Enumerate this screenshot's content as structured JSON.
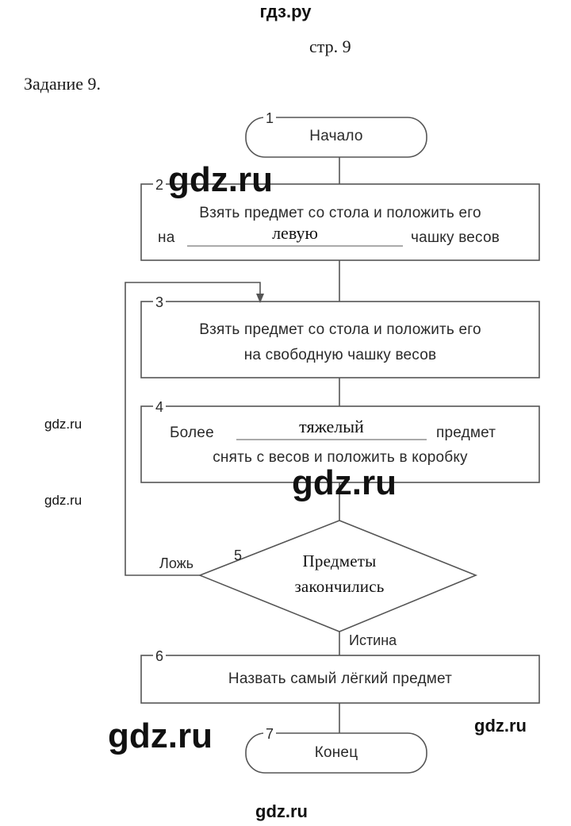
{
  "site_top": "гдз.ру",
  "page_number": "стр. 9",
  "task_title": "Задание 9.",
  "watermarks": {
    "big_1": "gdz.ru",
    "big_2": "gdz.ru",
    "big_3": "gdz.ru",
    "small_1": "gdz.ru",
    "small_2": "gdz.ru",
    "right": "gdz.ru",
    "bottom": "gdz.ru"
  },
  "flowchart": {
    "block1": {
      "number": "1",
      "text": "Начало"
    },
    "block2": {
      "number": "2",
      "line1": "Взять предмет со стола и положить его",
      "line2_start": "на",
      "fill": "левую",
      "line2_end": "чашку весов"
    },
    "block3": {
      "number": "3",
      "line1": "Взять предмет со стола и положить его",
      "line2": "на свободную чашку весов"
    },
    "block4": {
      "number": "4",
      "line1_start": "Более",
      "fill": "тяжелый",
      "line1_end": "предмет",
      "line2": "снять с весов и положить в коробку"
    },
    "block5": {
      "number": "5",
      "line1": "Предметы",
      "line2": "закончились",
      "false_label": "Ложь",
      "true_label": "Истина"
    },
    "block6": {
      "number": "6",
      "text": "Назвать самый лёгкий предмет"
    },
    "block7": {
      "number": "7",
      "text": "Конец"
    }
  }
}
